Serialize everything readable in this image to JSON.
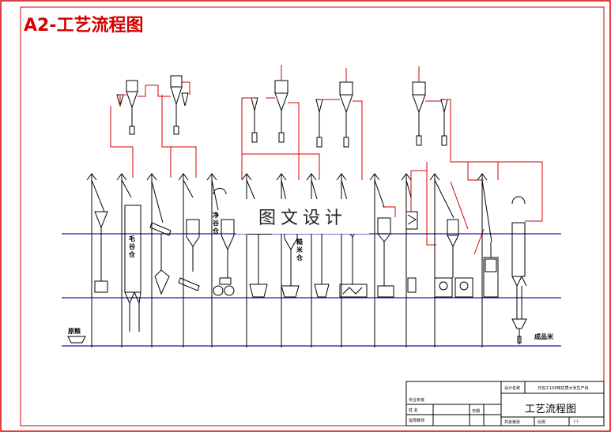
{
  "sheet_title": "A2-工艺流程图",
  "watermark": "图文设计",
  "labels": {
    "raw_material": "原粮",
    "bin_1": "毛谷仓",
    "bin_2": "净谷仓",
    "bin_3": "糙米仓",
    "product": "成品米"
  },
  "title_block": {
    "project_label": "设计名称",
    "project_value": "日加工100吨优质大米生产线",
    "drawing_title": "工艺流程图",
    "row_label_1": "专业年级",
    "row_label_2": "姓 名",
    "row_label_3": "指导教师",
    "date_label": "日期",
    "sheets_text": "共张第张",
    "scale_text": "比例",
    "code_text": "(-)"
  },
  "colors": {
    "flow_line": "#000000",
    "air_duct": "#d40000",
    "floor_line": "#1a1aa0",
    "frame": "#d40000"
  }
}
